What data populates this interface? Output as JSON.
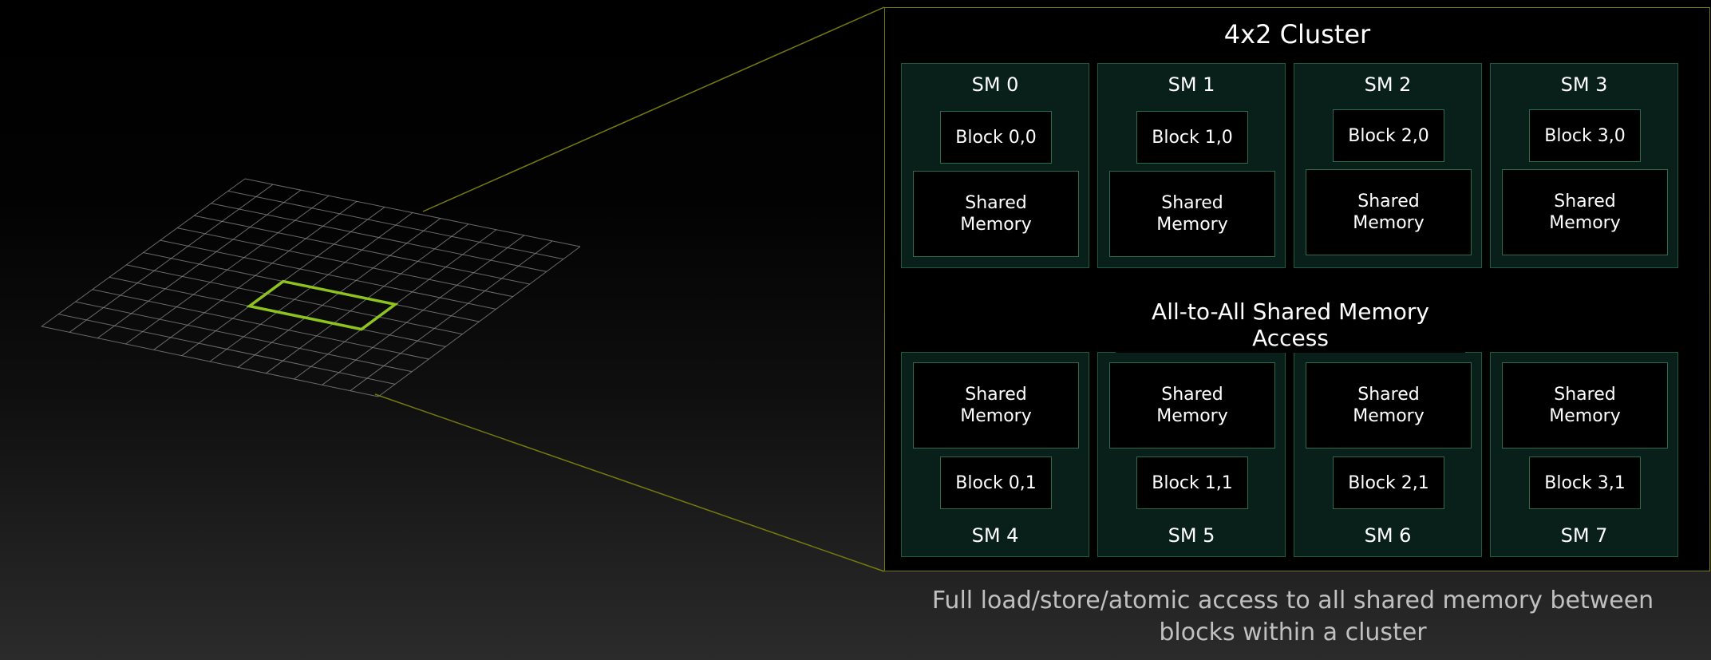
{
  "cluster": {
    "title": "4x2 Cluster",
    "access_label": "All-to-All Shared Memory Access"
  },
  "sms_top": [
    {
      "sm": "SM 0",
      "block": "Block 0,0",
      "memory": "Shared Memory"
    },
    {
      "sm": "SM 1",
      "block": "Block 1,0",
      "memory": "Shared Memory"
    },
    {
      "sm": "SM 2",
      "block": "Block 2,0",
      "memory": "Shared Memory"
    },
    {
      "sm": "SM 3",
      "block": "Block 3,0",
      "memory": "Shared Memory"
    }
  ],
  "sms_bottom": [
    {
      "sm": "SM 4",
      "block": "Block 0,1",
      "memory": "Shared Memory"
    },
    {
      "sm": "SM 5",
      "block": "Block 1,1",
      "memory": "Shared Memory"
    },
    {
      "sm": "SM 6",
      "block": "Block 2,1",
      "memory": "Shared Memory"
    },
    {
      "sm": "SM 7",
      "block": "Block 3,1",
      "memory": "Shared Memory"
    }
  ],
  "caption": "Full load/store/atomic access to all shared memory between blocks within a cluster",
  "colors": {
    "background": "#000000",
    "grid_line": "#8a8a8a",
    "cluster_highlight": "#8dc21f",
    "cluster_border": "#76790f",
    "sm_fill": "#082019",
    "sm_border": "#1e5a3f",
    "caption_text": "#c0c0c0"
  }
}
